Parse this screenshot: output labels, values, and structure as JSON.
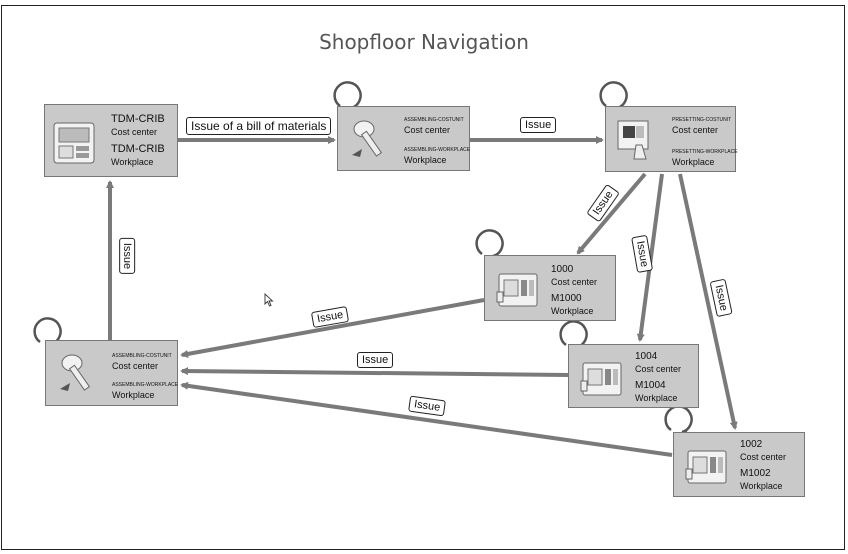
{
  "title": "Shopfloor Navigation",
  "nodes": {
    "tdm_crib": {
      "cost_center": "TDM-CRIB",
      "cost_center_label": "Cost center",
      "workplace": "TDM-CRIB",
      "workplace_label": "Workplace"
    },
    "assembling_top": {
      "cost_center": "ASSEMBLING-COSTUNIT",
      "cost_center_label": "Cost center",
      "workplace": "ASSEMBLING-WORKPLACE",
      "workplace_label": "Workplace"
    },
    "presetting": {
      "cost_center": "PRESETTING-COSTUNIT",
      "cost_center_label": "Cost center",
      "workplace": "PRESETTING-WORKPLACE",
      "workplace_label": "Workplace"
    },
    "m1000": {
      "cost_center": "1000",
      "cost_center_label": "Cost center",
      "workplace": "M1000",
      "workplace_label": "Workplace"
    },
    "m1004": {
      "cost_center": "1004",
      "cost_center_label": "Cost center",
      "workplace": "M1004",
      "workplace_label": "Workplace"
    },
    "m1002": {
      "cost_center": "1002",
      "cost_center_label": "Cost center",
      "workplace": "M1002",
      "workplace_label": "Workplace"
    },
    "assembling_left": {
      "cost_center": "ASSEMBLING-COSTUNIT",
      "cost_center_label": "Cost center",
      "workplace": "ASSEMBLING-WORKPLACE",
      "workplace_label": "Workplace"
    }
  },
  "edges": {
    "bom": "Issue of a bill of materials",
    "assembling_to_presetting": "Issue",
    "presetting_to_1000": "Issue",
    "presetting_to_1004": "Issue",
    "presetting_to_1002": "Issue",
    "m1000_to_assembling": "Issue",
    "m1004_to_assembling": "Issue",
    "m1002_to_assembling": "Issue",
    "assembling_to_crib": "Issue"
  }
}
